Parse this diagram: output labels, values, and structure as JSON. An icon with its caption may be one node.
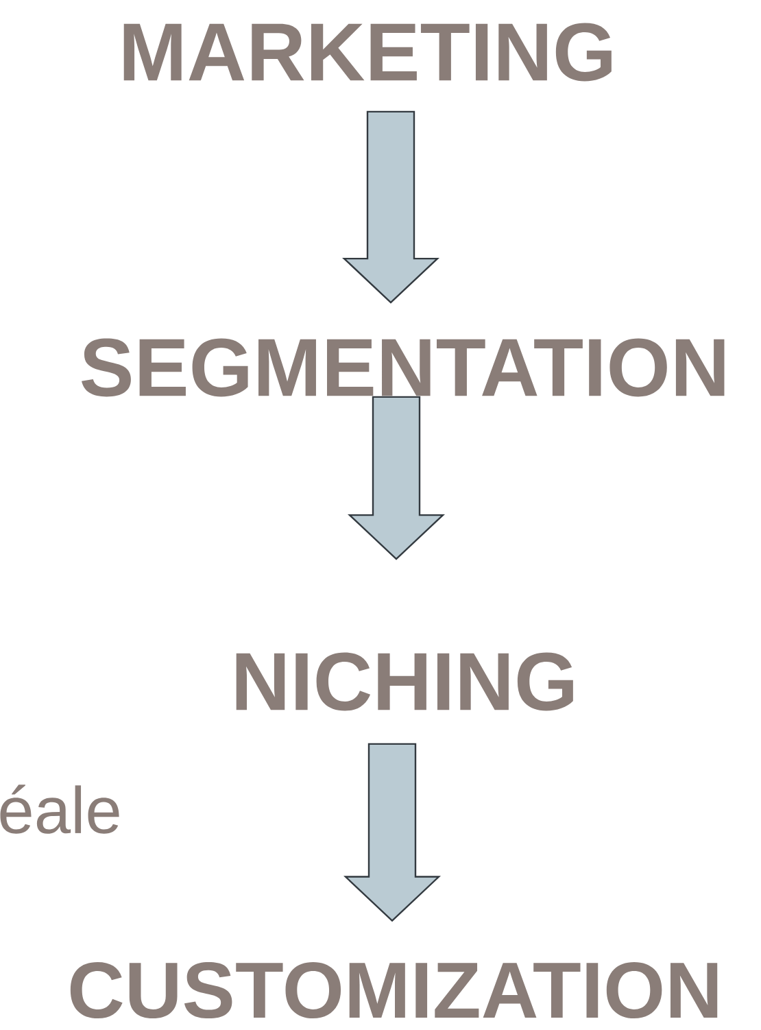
{
  "diagram": {
    "nodes": [
      {
        "text": [
          "MARKETING"
        ]
      },
      {
        "text": [
          "SEGMENTATION"
        ]
      },
      {
        "text": [
          "NICHING"
        ]
      },
      {
        "text": [
          "CUSTOMIZATION"
        ]
      }
    ],
    "edges": [
      {
        "from": 0,
        "to": 1,
        "arrow": "to"
      },
      {
        "from": 1,
        "to": 2,
        "arrow": "to"
      },
      {
        "from": 2,
        "to": 3,
        "arrow": "to"
      }
    ],
    "labels": [
      "éale"
    ]
  }
}
